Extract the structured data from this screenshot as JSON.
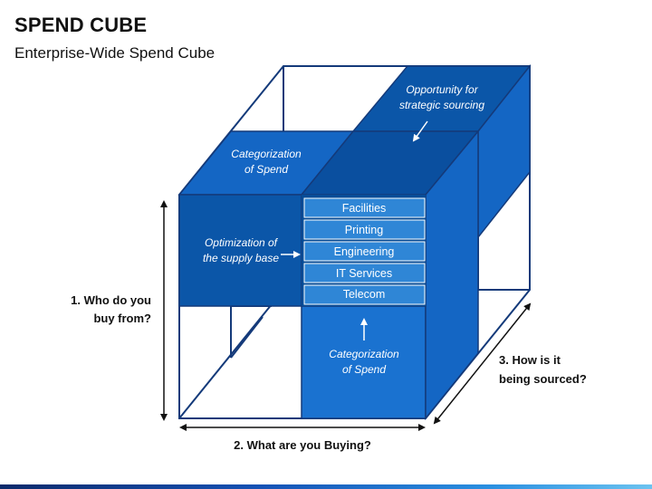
{
  "title": "SPEND CUBE",
  "subtitle": "Enterprise-Wide Spend Cube",
  "labels": {
    "top_front_line1": "Categorization",
    "top_front_line2": "of Spend",
    "top_back_line1": "Opportunity for",
    "top_back_line2": "strategic sourcing",
    "left_line1": "Optimization of",
    "left_line2": "the supply base",
    "bottom_line1": "Categorization",
    "bottom_line2": "of Spend"
  },
  "categories": [
    "Facilities",
    "Printing",
    "Engineering",
    "IT Services",
    "Telecom"
  ],
  "axes": {
    "vertical_line1": "1. Who do you",
    "vertical_line2": "buy from?",
    "horizontal": "2. What are you Buying?",
    "depth_line1": "3. How is it",
    "depth_line2": "being sourced?"
  },
  "colors": {
    "dark_blue": "#0b56a8",
    "mid_blue": "#1466c4",
    "front_blue": "#1a72d0",
    "deep_blue": "#074c97",
    "category_fill": "#2f86d6",
    "outline": "#143a7a",
    "text_dark": "#111111"
  }
}
